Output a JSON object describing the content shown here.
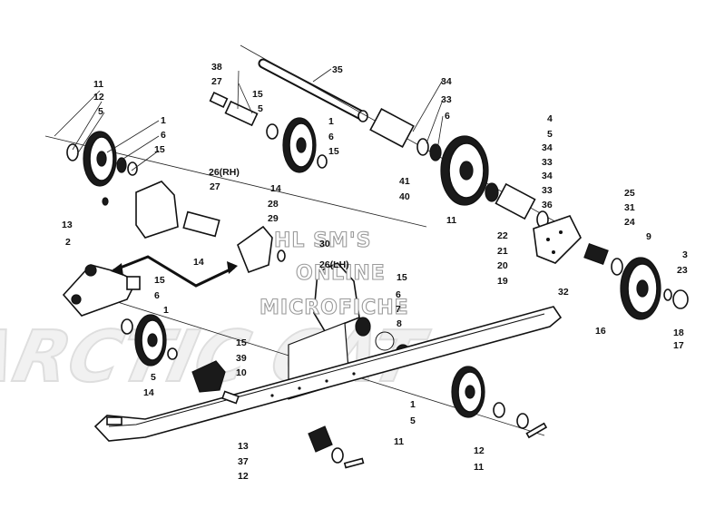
{
  "watermark": {
    "line1": "HL SM'S",
    "line2": "ONLINE",
    "line3": "MICROFICHE"
  },
  "callouts": [
    {
      "id": "c38",
      "text": "38"
    },
    {
      "id": "c27a",
      "text": "27"
    },
    {
      "id": "c35",
      "text": "35"
    },
    {
      "id": "c34a",
      "text": "34"
    },
    {
      "id": "c33a",
      "text": "33"
    },
    {
      "id": "c6a",
      "text": "6"
    },
    {
      "id": "c11a",
      "text": "11"
    },
    {
      "id": "c12a",
      "text": "12"
    },
    {
      "id": "c5a",
      "text": "5"
    },
    {
      "id": "c15a",
      "text": "15"
    },
    {
      "id": "c5b",
      "text": "5"
    },
    {
      "id": "c1a",
      "text": "1"
    },
    {
      "id": "c6b",
      "text": "6"
    },
    {
      "id": "c15b",
      "text": "15"
    },
    {
      "id": "c1b",
      "text": "1"
    },
    {
      "id": "c6c",
      "text": "6"
    },
    {
      "id": "c15c",
      "text": "15"
    },
    {
      "id": "c4",
      "text": "4"
    },
    {
      "id": "c5c",
      "text": "5"
    },
    {
      "id": "c34b",
      "text": "34"
    },
    {
      "id": "c33b",
      "text": "33"
    },
    {
      "id": "c34c",
      "text": "34"
    },
    {
      "id": "c33c",
      "text": "33"
    },
    {
      "id": "c36",
      "text": "36"
    },
    {
      "id": "c26rh",
      "text": "26(RH)"
    },
    {
      "id": "c27b",
      "text": "27"
    },
    {
      "id": "c41",
      "text": "41"
    },
    {
      "id": "c40",
      "text": "40"
    },
    {
      "id": "c14a",
      "text": "14"
    },
    {
      "id": "c28",
      "text": "28"
    },
    {
      "id": "c29",
      "text": "29"
    },
    {
      "id": "c13a",
      "text": "13"
    },
    {
      "id": "c2",
      "text": "2"
    },
    {
      "id": "c14b",
      "text": "14"
    },
    {
      "id": "c11b",
      "text": "11"
    },
    {
      "id": "c25",
      "text": "25"
    },
    {
      "id": "c31",
      "text": "31"
    },
    {
      "id": "c24",
      "text": "24"
    },
    {
      "id": "c9",
      "text": "9"
    },
    {
      "id": "c3",
      "text": "3"
    },
    {
      "id": "c23",
      "text": "23"
    },
    {
      "id": "c22",
      "text": "22"
    },
    {
      "id": "c21",
      "text": "21"
    },
    {
      "id": "c20",
      "text": "20"
    },
    {
      "id": "c19",
      "text": "19"
    },
    {
      "id": "c32",
      "text": "32"
    },
    {
      "id": "c30",
      "text": "30"
    },
    {
      "id": "c26lh",
      "text": "26(LH)"
    },
    {
      "id": "c15d",
      "text": "15"
    },
    {
      "id": "c6d",
      "text": "6"
    },
    {
      "id": "c7",
      "text": "7"
    },
    {
      "id": "c8",
      "text": "8"
    },
    {
      "id": "c15e",
      "text": "15"
    },
    {
      "id": "c6e",
      "text": "6"
    },
    {
      "id": "c1c",
      "text": "1"
    },
    {
      "id": "c16",
      "text": "16"
    },
    {
      "id": "c18",
      "text": "18"
    },
    {
      "id": "c17",
      "text": "17"
    },
    {
      "id": "c15f",
      "text": "15"
    },
    {
      "id": "c39",
      "text": "39"
    },
    {
      "id": "c10",
      "text": "10"
    },
    {
      "id": "c5d",
      "text": "5"
    },
    {
      "id": "c14c",
      "text": "14"
    },
    {
      "id": "c1d",
      "text": "1"
    },
    {
      "id": "c5e",
      "text": "5"
    },
    {
      "id": "c13b",
      "text": "13"
    },
    {
      "id": "c37",
      "text": "37"
    },
    {
      "id": "c12b",
      "text": "12"
    },
    {
      "id": "c11c",
      "text": "11"
    },
    {
      "id": "c12c",
      "text": "12"
    },
    {
      "id": "c11d",
      "text": "11"
    }
  ]
}
